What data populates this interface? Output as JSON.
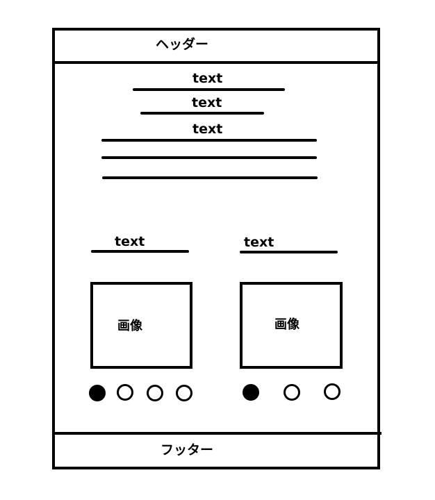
{
  "header": {
    "label": "ヘッダー"
  },
  "main": {
    "text_lines": [
      "text",
      "text",
      "text"
    ],
    "cards": [
      {
        "title": "text",
        "image_label": "画像",
        "indicators": [
          true,
          false,
          false,
          false
        ]
      },
      {
        "title": "text",
        "image_label": "画像",
        "indicators": [
          true,
          false,
          false
        ]
      }
    ]
  },
  "footer": {
    "label": "フッター"
  }
}
